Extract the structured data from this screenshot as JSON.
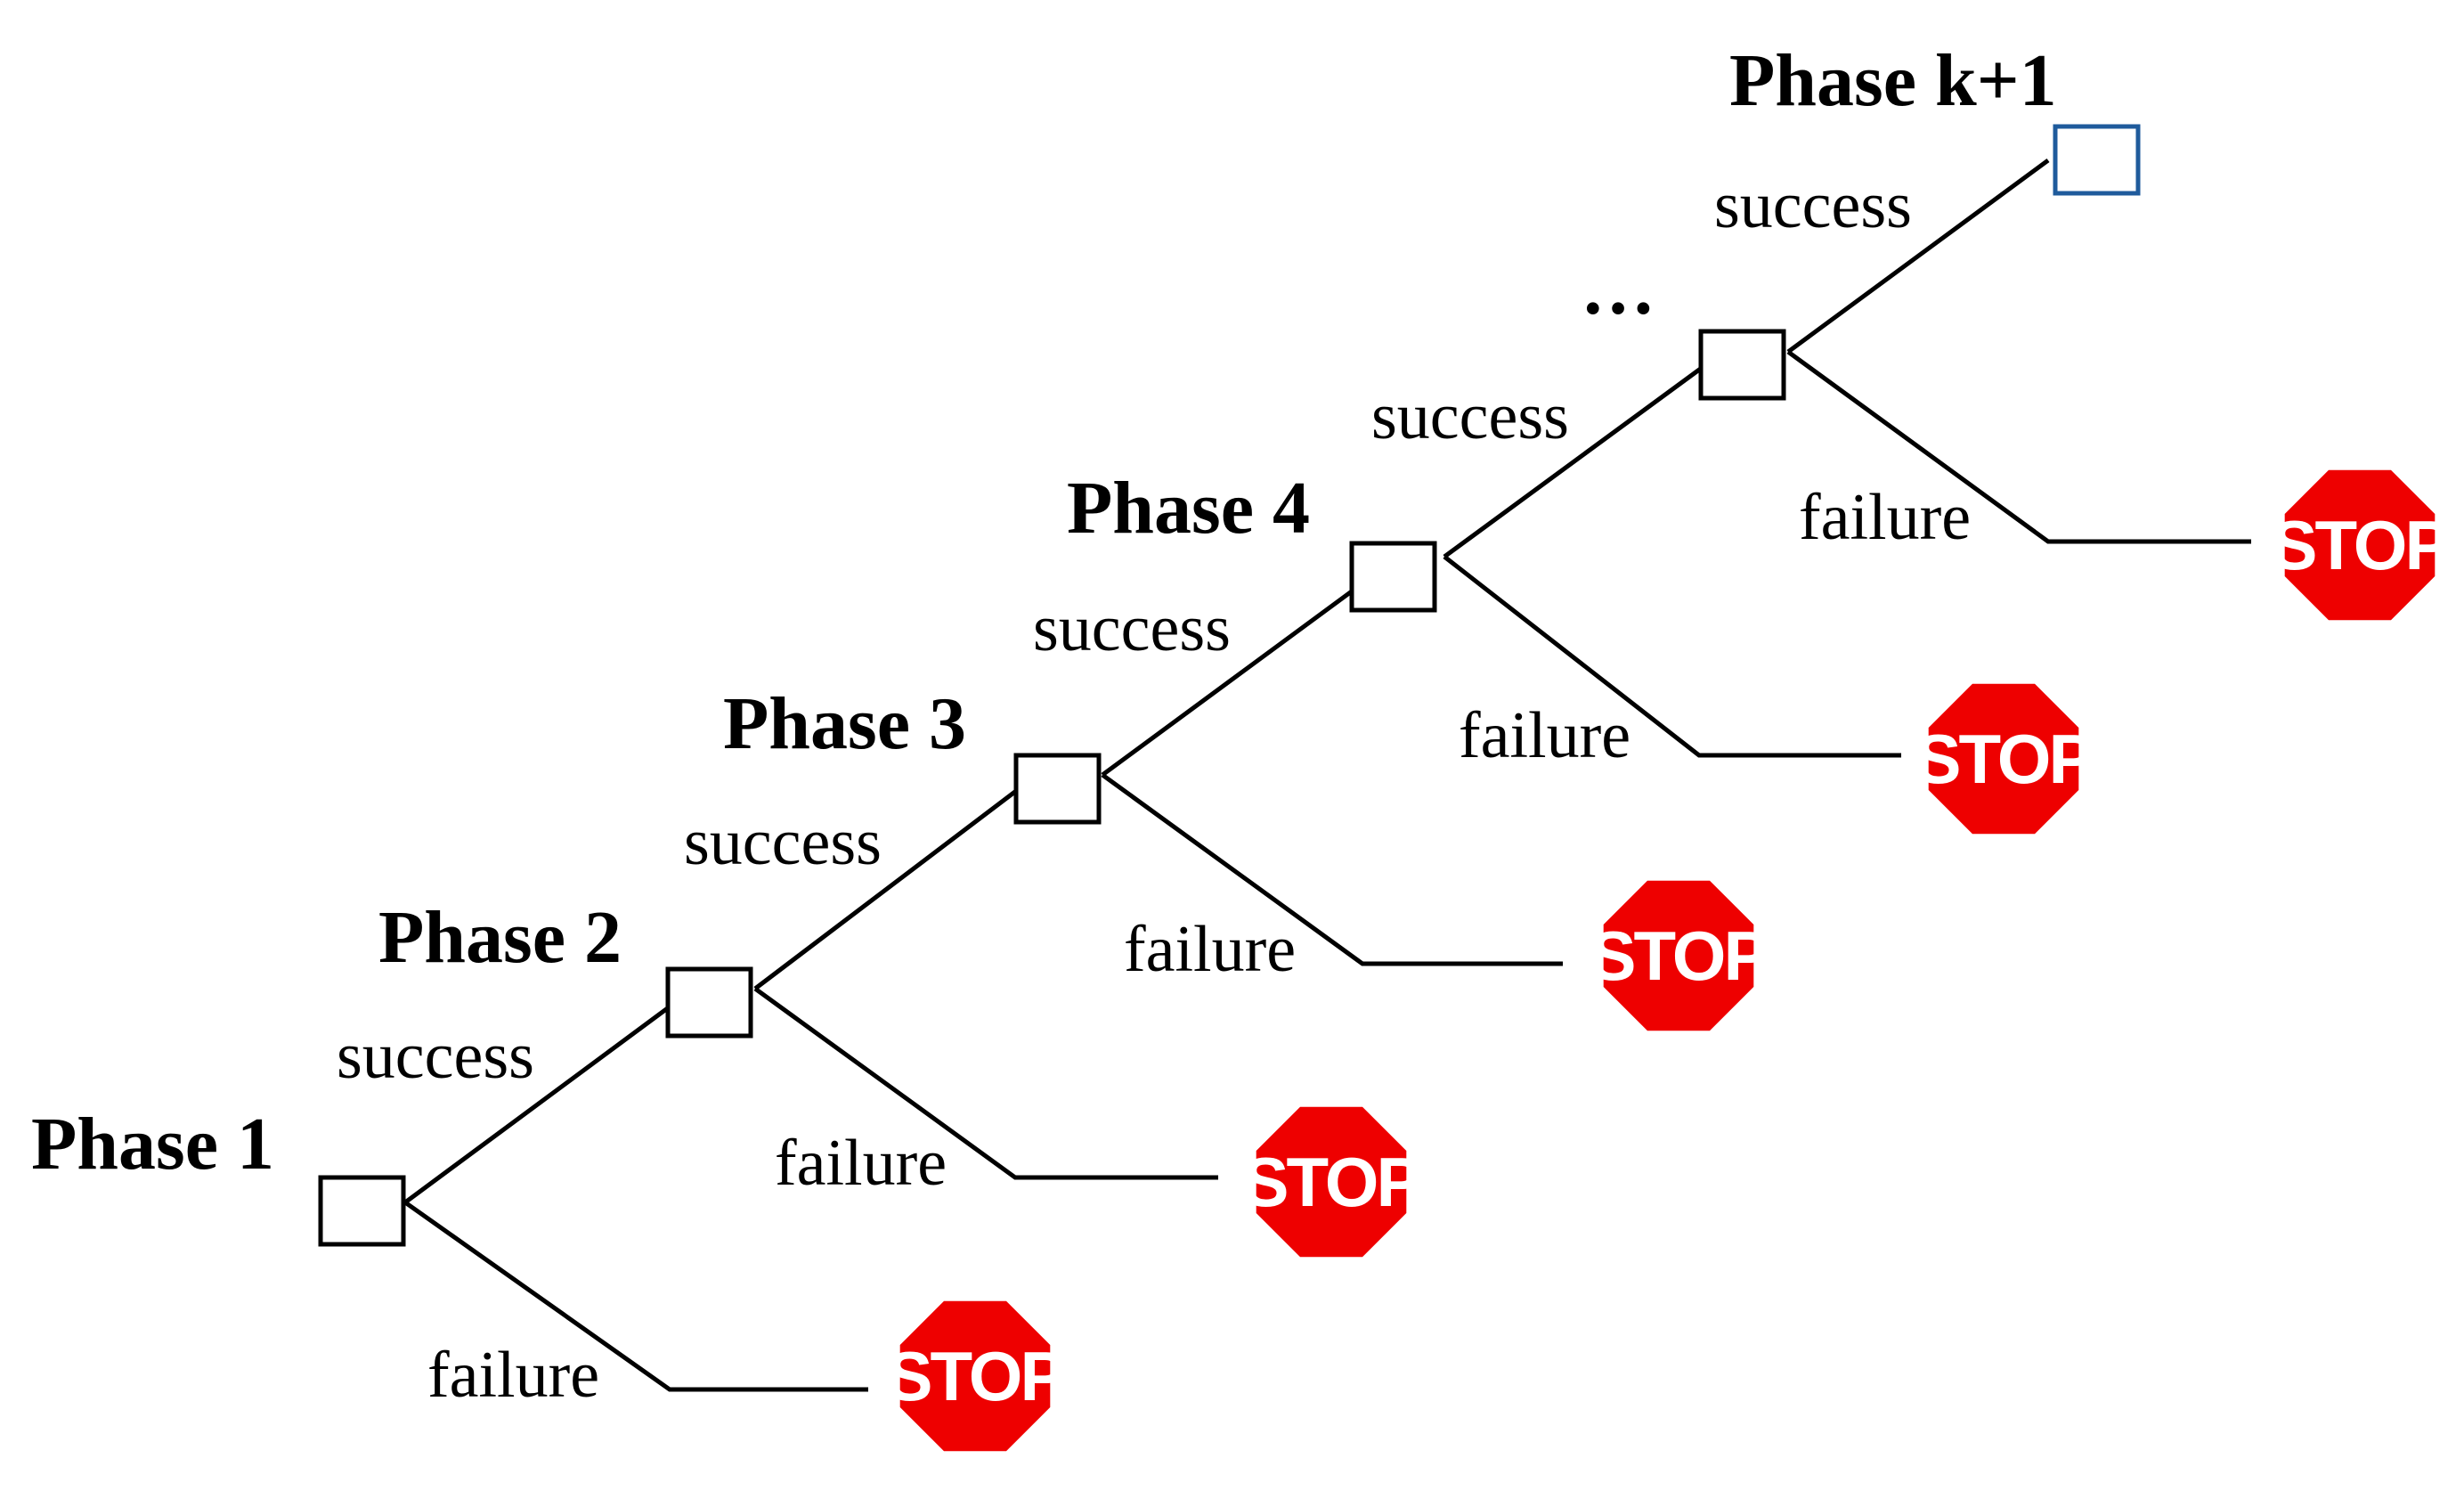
{
  "phases": [
    "Phase 1",
    "Phase 2",
    "Phase 3",
    "Phase 4",
    "Phase k+1"
  ],
  "edge_labels": {
    "success": "success",
    "failure": "failure"
  },
  "ellipsis": "…",
  "stop_text": "STOP",
  "colors": {
    "stop_red": "#EE0000",
    "final_node_border": "#1F5B9C",
    "line": "#000000"
  }
}
